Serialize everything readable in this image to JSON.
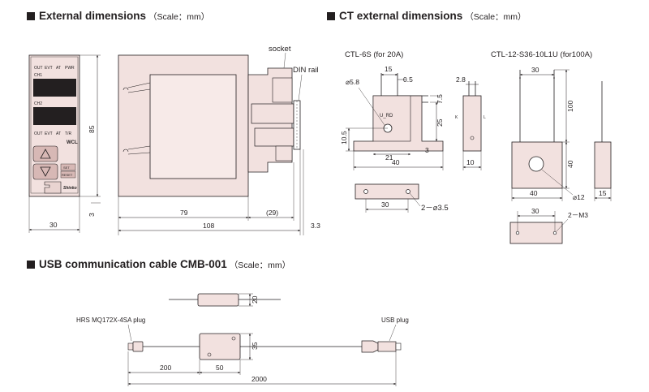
{
  "headings": {
    "external": {
      "title": "External dimensions",
      "scale": "（Scale：mm）"
    },
    "ct": {
      "title": "CT external dimensions",
      "scale": "（Scale：mm）"
    },
    "usb": {
      "title": "USB communication cable CMB-001",
      "scale": "（Scale：mm）"
    }
  },
  "front_panel": {
    "row1": [
      "OUT",
      "EVT",
      "AT",
      "PWR"
    ],
    "ch1": "CH1",
    "ch2": "CH2",
    "row2": [
      "OUT",
      "EVT",
      "AT",
      "T/R"
    ],
    "model": "WCL",
    "set_button": "SET",
    "reset_button": "RESET",
    "brand": "Shinko"
  },
  "external": {
    "socket": "socket",
    "din_rail": "DIN rail",
    "height": "85",
    "bottom_offset": "3",
    "width_front": "30",
    "depth_body": "79",
    "depth_socket": "(29)",
    "depth_total": "108",
    "rail_offset": "3.3"
  },
  "ctl6s": {
    "title": "CTL-6S (for 20A)",
    "hole_dia": "⌀5.8",
    "d15": "15",
    "d05": "0.5",
    "d75": "7.5",
    "d25": "25",
    "d105": "10.5",
    "d21": "21",
    "d3": "3",
    "d40": "40",
    "d28": "2.8",
    "d10": "10",
    "k": "K",
    "l": "L",
    "mark": "U_RD",
    "d30": "30",
    "mount": "2－⌀3.5"
  },
  "ctl12": {
    "title": "CTL-12-S36-10L1U (for100A)",
    "d30": "30",
    "d100": "100",
    "d40v": "40",
    "d40h": "40",
    "hole": "⌀12",
    "d15": "15",
    "d30b": "30",
    "mount": "2－M3"
  },
  "usb": {
    "plug_hrs": "HRS MQ172X-4SA plug",
    "plug_usb": "USB plug",
    "d20": "20",
    "d35": "35",
    "d200": "200",
    "d50": "50",
    "d2000": "2000"
  }
}
